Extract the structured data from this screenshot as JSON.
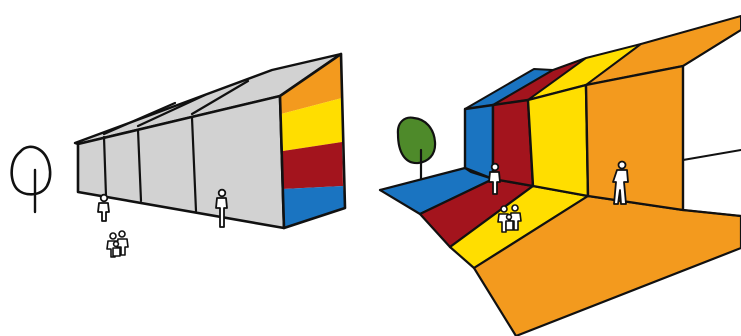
{
  "colors": {
    "gray": "#d2d2d2",
    "orange": "#f39a1e",
    "yellow": "#ffde00",
    "red": "#a3141d",
    "blue": "#1a74c1",
    "tree_green": "#4e8a2a",
    "ink": "#111111",
    "paper": "#ffffff"
  },
  "panels": {
    "left": {
      "facade_fill": "gray",
      "end_wall_bands": [
        "orange",
        "yellow",
        "red",
        "blue"
      ]
    },
    "right": {
      "ground_and_wall_bands": [
        "blue",
        "red",
        "yellow",
        "orange"
      ]
    }
  },
  "icons": {
    "tree": "tree-icon",
    "person": "person-icon",
    "group": "people-group-icon"
  }
}
